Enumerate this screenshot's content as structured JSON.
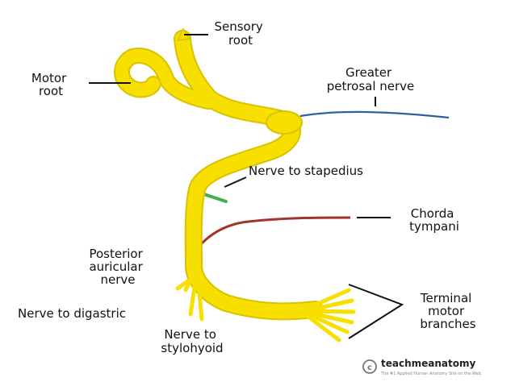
{
  "labels": {
    "sensory_root": [
      "Sensory",
      "root"
    ],
    "motor_root": [
      "Motor",
      "root"
    ],
    "greater_petrosal": [
      "Greater",
      "petrosal nerve"
    ],
    "nerve_to_stapedius": "Nerve to stapedius",
    "chorda_tympani": [
      "Chorda",
      "tympani"
    ],
    "posterior_auricular": [
      "Posterior",
      "auricular",
      "nerve"
    ],
    "nerve_to_digastric": "Nerve to digastric",
    "nerve_to_stylohyoid": [
      "Nerve to",
      "stylohyoid"
    ],
    "terminal_motor_branches": [
      "Terminal",
      "motor",
      "branches"
    ]
  },
  "watermark": {
    "brand": "teachmeanatomy",
    "tagline": "The #1 Applied Human Anatomy Site on the Web."
  },
  "colors": {
    "nerve": "#f7e000",
    "nerve_outline": "#d9c200",
    "greater_petrosal": "#2f5f9e",
    "chorda_tympani": "#a2342c",
    "stapedius": "#3fb34a",
    "leader": "#111111"
  }
}
